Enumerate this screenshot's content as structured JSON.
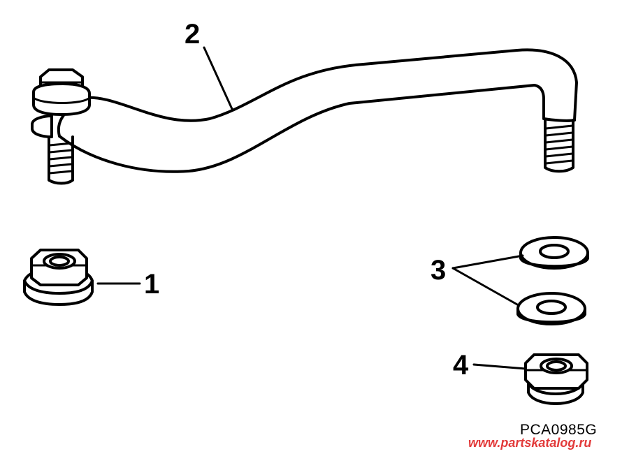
{
  "parts": [
    {
      "number": "1",
      "part": "flange-nut"
    },
    {
      "number": "2",
      "part": "steering-link-rod"
    },
    {
      "number": "3",
      "part": "flat-washer-pair"
    },
    {
      "number": "4",
      "part": "flange-nut-small"
    }
  ],
  "figure_code": "PCA0985G",
  "watermark": "www.partskatalog.ru",
  "colors": {
    "ink": "#000000",
    "paper": "#ffffff",
    "watermark": "#e23a3a"
  }
}
